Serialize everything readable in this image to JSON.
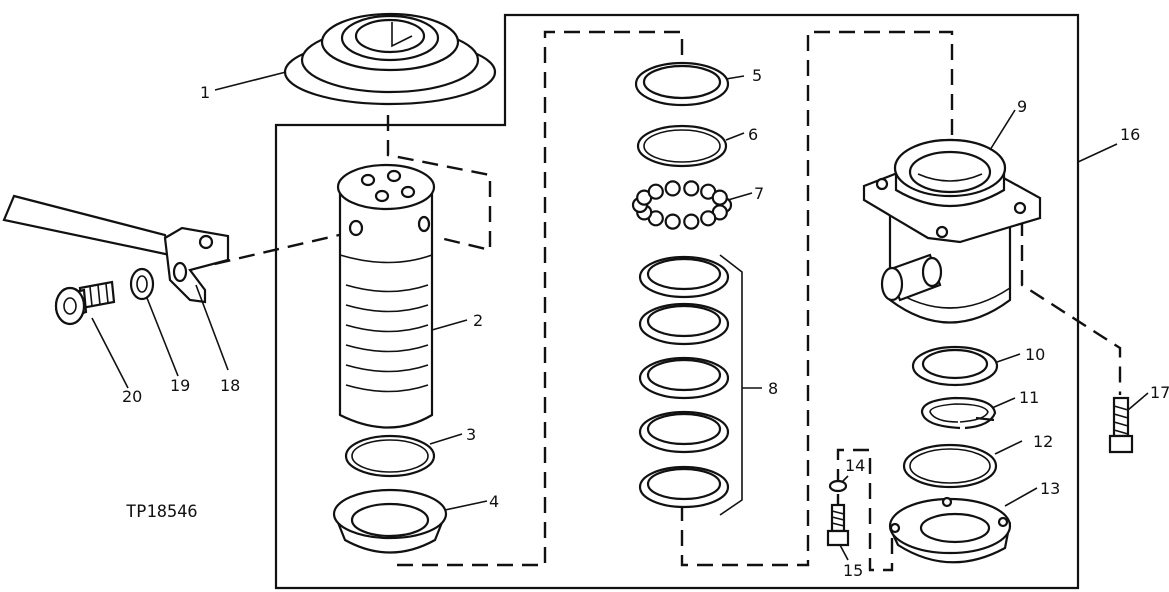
{
  "diagram": {
    "reference_code": "TP18546",
    "callouts": [
      {
        "number": "1"
      },
      {
        "number": "2"
      },
      {
        "number": "3"
      },
      {
        "number": "4"
      },
      {
        "number": "5"
      },
      {
        "number": "6"
      },
      {
        "number": "7"
      },
      {
        "number": "8"
      },
      {
        "number": "9"
      },
      {
        "number": "10"
      },
      {
        "number": "11"
      },
      {
        "number": "12"
      },
      {
        "number": "13"
      },
      {
        "number": "14"
      },
      {
        "number": "15"
      },
      {
        "number": "16"
      },
      {
        "number": "17"
      },
      {
        "number": "18"
      },
      {
        "number": "19"
      },
      {
        "number": "20"
      }
    ]
  }
}
